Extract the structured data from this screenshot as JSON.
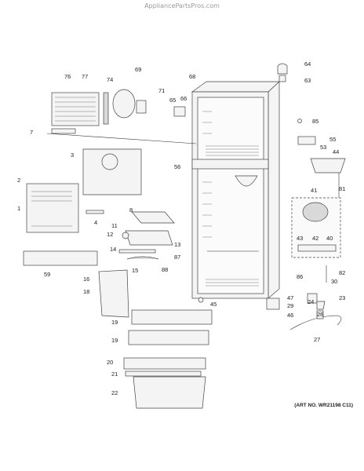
{
  "watermark": "AppliancePartsPros.com",
  "art_number": "(ART NO. WR21198 C11)",
  "callouts": [
    "1",
    "2",
    "3",
    "4",
    "7",
    "8",
    "11",
    "12",
    "13",
    "14",
    "15",
    "16",
    "18",
    "19",
    "19",
    "20",
    "21",
    "22",
    "23",
    "24",
    "26",
    "27",
    "29",
    "30",
    "40",
    "41",
    "42",
    "43",
    "44",
    "45",
    "46",
    "47",
    "53",
    "55",
    "56",
    "59",
    "63",
    "64",
    "65",
    "66",
    "68",
    "69",
    "71",
    "74",
    "76",
    "77",
    "81",
    "82",
    "85",
    "86",
    "87",
    "88"
  ]
}
